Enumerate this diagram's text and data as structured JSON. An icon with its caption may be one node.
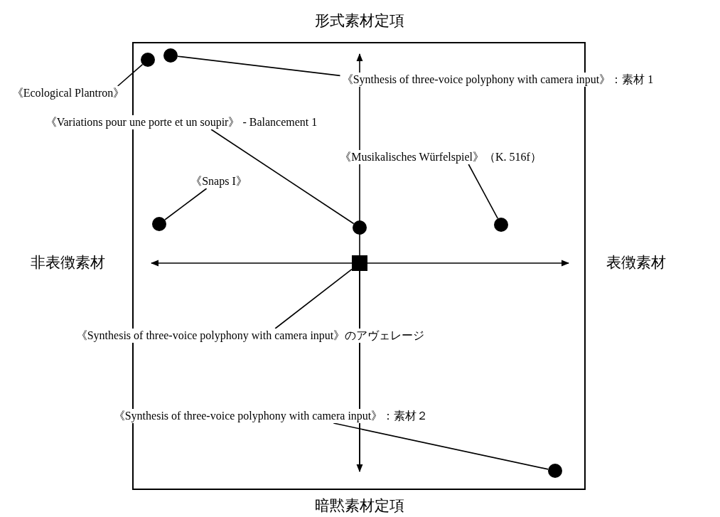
{
  "diagram": {
    "nodes": [
      {
        "text": [
          "《Ecological Plantron》"
        ]
      },
      {
        "text": [],
        "shape": "circle"
      },
      {
        "text": [],
        "shape": "circle"
      },
      {
        "text": [
          "《Synthesis of three-voice polyphony with camera input》：素材 1"
        ]
      },
      {
        "text": [
          "《Variations pour une porte et un soupir》 - Balancement 1"
        ]
      },
      {
        "text": [
          "《Musikalisches Würfelspiel》（K. 516f）"
        ]
      },
      {
        "text": [
          "《Snaps I》"
        ]
      },
      {
        "text": [],
        "shape": "circle"
      },
      {
        "text": [],
        "shape": "circle"
      },
      {
        "text": [],
        "shape": "circle"
      },
      {
        "text": [],
        "shape": "box"
      },
      {
        "text": [
          "《Synthesis of three-voice polyphony with camera input》のアヴェレージ"
        ]
      },
      {
        "text": [
          "《Synthesis of three-voice polyphony with camera input》：素材２"
        ]
      },
      {
        "text": [],
        "shape": "circle"
      }
    ],
    "edges": [
      {
        "from": 0,
        "to": 1,
        "arrow": "none"
      },
      {
        "from": 3,
        "to": 2,
        "arrow": "none"
      },
      {
        "from": 4,
        "to": 8,
        "arrow": "none"
      },
      {
        "from": 5,
        "to": 9,
        "arrow": "none"
      },
      {
        "from": 6,
        "to": 7,
        "arrow": "none"
      },
      {
        "from": 11,
        "to": 10,
        "arrow": "none"
      },
      {
        "from": 12,
        "to": 13,
        "arrow": "none"
      }
    ],
    "labels": [
      "形式素材定項",
      "非表徴素材",
      "表徴素材",
      "暗黙素材定項"
    ]
  }
}
